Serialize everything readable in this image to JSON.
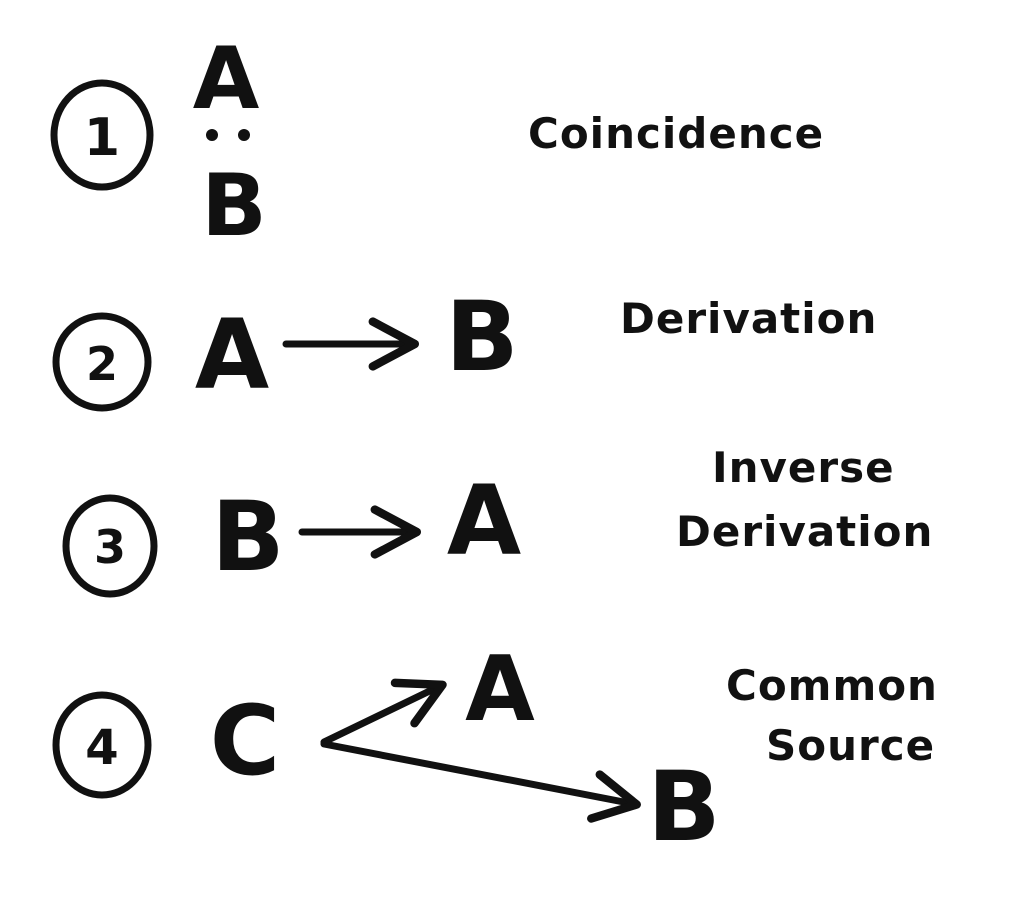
{
  "ink_color": "#111111",
  "background_color": "#ffffff",
  "rows": [
    {
      "number": "1",
      "nodes": [
        "A",
        "B"
      ],
      "label_lines": [
        "Coincidence"
      ]
    },
    {
      "number": "2",
      "nodes": [
        "A",
        "B"
      ],
      "label_lines": [
        "Derivation"
      ]
    },
    {
      "number": "3",
      "nodes": [
        "B",
        "A"
      ],
      "label_lines": [
        "Inverse",
        "Derivation"
      ]
    },
    {
      "number": "4",
      "nodes": [
        "C",
        "A",
        "B"
      ],
      "label_lines": [
        "Common",
        "Source"
      ]
    }
  ]
}
